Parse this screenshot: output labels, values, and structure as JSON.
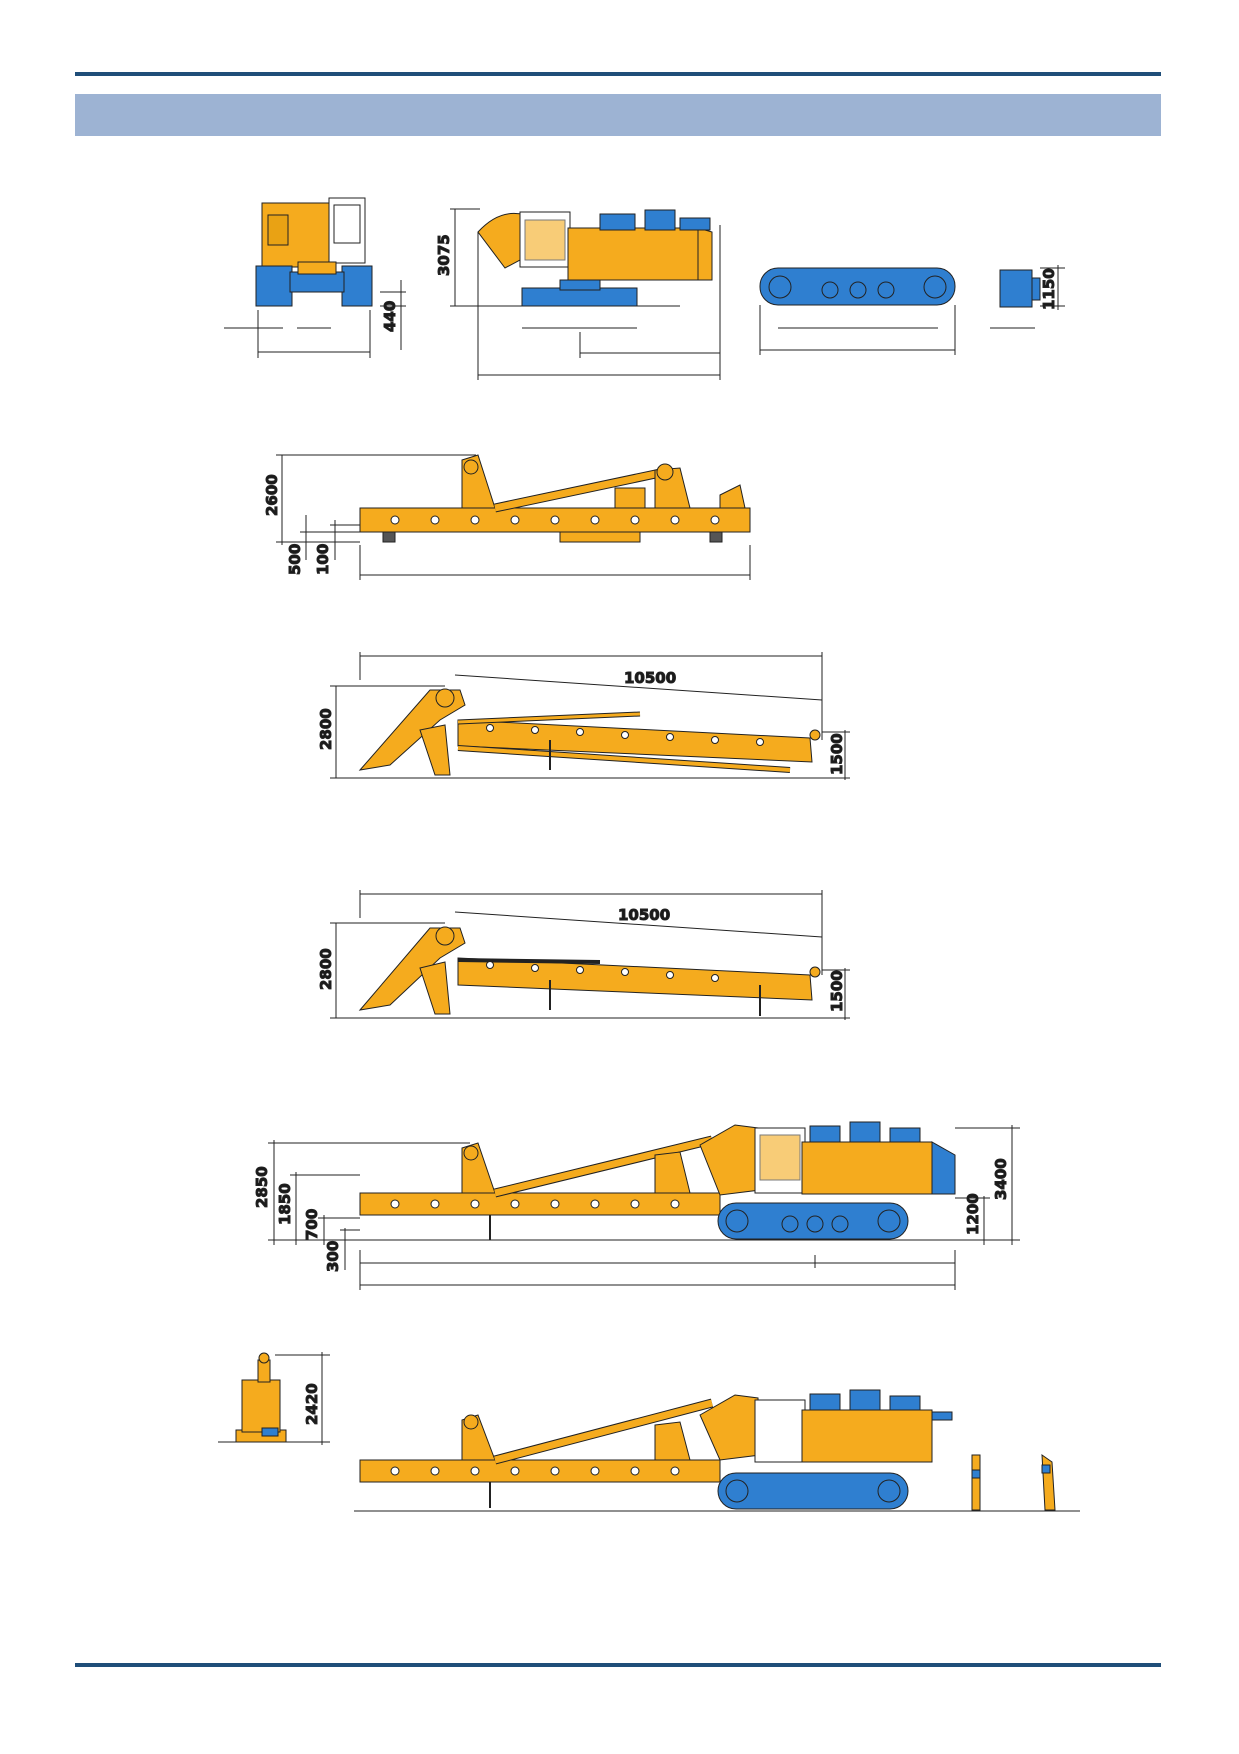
{
  "colors": {
    "rule": "#1f4e79",
    "band": "#9db3d3",
    "machine_yellow": "#f5ab1e",
    "machine_blue": "#2f7fd0",
    "outline": "#222222"
  },
  "view1": {
    "height_dim": "3075",
    "ground_dim": "440",
    "track_height_dim": "1150"
  },
  "view2": {
    "height_dim": "2600",
    "dim_a": "500",
    "dim_b": "100"
  },
  "view3": {
    "length_dim": "10500",
    "height_dim": "2800",
    "tip_dim": "1500"
  },
  "view4": {
    "length_dim": "10500",
    "height_dim": "2800",
    "tip_dim": "1500"
  },
  "view5": {
    "dim_2850": "2850",
    "dim_1850": "1850",
    "dim_700": "700",
    "dim_300": "300",
    "dim_3400": "3400",
    "dim_1200": "1200"
  },
  "view6": {
    "height_dim": "2420"
  }
}
